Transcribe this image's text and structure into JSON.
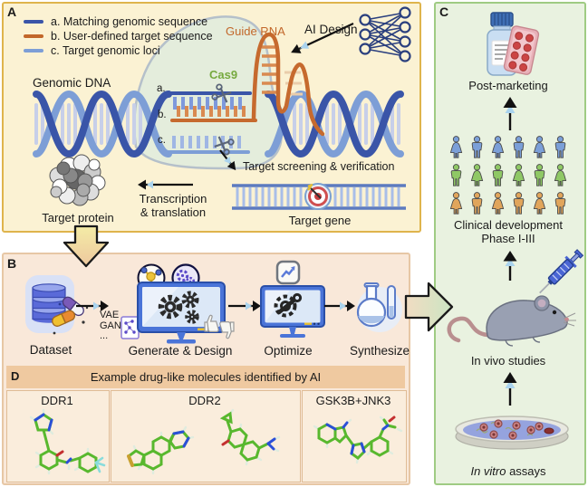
{
  "panel_a": {
    "label": "A",
    "legend": [
      {
        "text": "a. Matching genomic sequence",
        "color": "#3A55A8"
      },
      {
        "text": "b. User-defined target sequence",
        "color": "#C2672A"
      },
      {
        "text": "c. Target genomic loci",
        "color": "#7D9ED6"
      }
    ],
    "genomic_dna": "Genomic DNA",
    "guide_rna": "Guide RNA",
    "cas9": "Cas9",
    "ai_design": "AI Design",
    "strand_a": "a.",
    "strand_b": "b.",
    "strand_c": "c.",
    "target_screening": "Target screening & verification",
    "target_gene": "Target gene",
    "transcription_line1": "Transcription",
    "transcription_line2": "& translation",
    "target_protein": "Target protein"
  },
  "panel_b": {
    "label": "B",
    "dataset": "Dataset",
    "methods_lines": [
      "VAE",
      "GAN",
      "..."
    ],
    "generate": "Generate & Design",
    "optimize": "Optimize",
    "synthesize": "Synthesize"
  },
  "panel_c": {
    "label": "C",
    "post_marketing": "Post-marketing",
    "clinical_line1": "Clinical development",
    "clinical_line2": "Phase I-III",
    "in_vivo": "In vivo studies",
    "in_vitro_italic": "In vitro",
    "in_vitro_rest": " assays",
    "people_per_row": 6,
    "people_rows": [
      {
        "color": "#7B9FD8"
      },
      {
        "color": "#8FC865"
      },
      {
        "color": "#E1A55B"
      }
    ]
  },
  "panel_d": {
    "label": "D",
    "header": "Example drug-like molecules identified by AI",
    "molecules": [
      "DDR1",
      "DDR2",
      "GSK3B+JNK3"
    ]
  },
  "colors": {
    "panel_a_bg": "#FBF2D3",
    "panel_a_border": "#DFB44C",
    "panel_b_bg": "#F9E8D9",
    "panel_b_border": "#E7C7A5",
    "panel_c_bg": "#E9F2E0",
    "panel_c_border": "#9FCB83",
    "panel_d_band": "#EFC9A0",
    "dna_dark": "#3A55A8",
    "dna_light": "#7D9ED6",
    "guide_rna_orange": "#C66A2E",
    "cas9_green": "#76A93F",
    "arrow_accent_blue": "#A9D3EE",
    "molecule_green": "#58B82E"
  }
}
